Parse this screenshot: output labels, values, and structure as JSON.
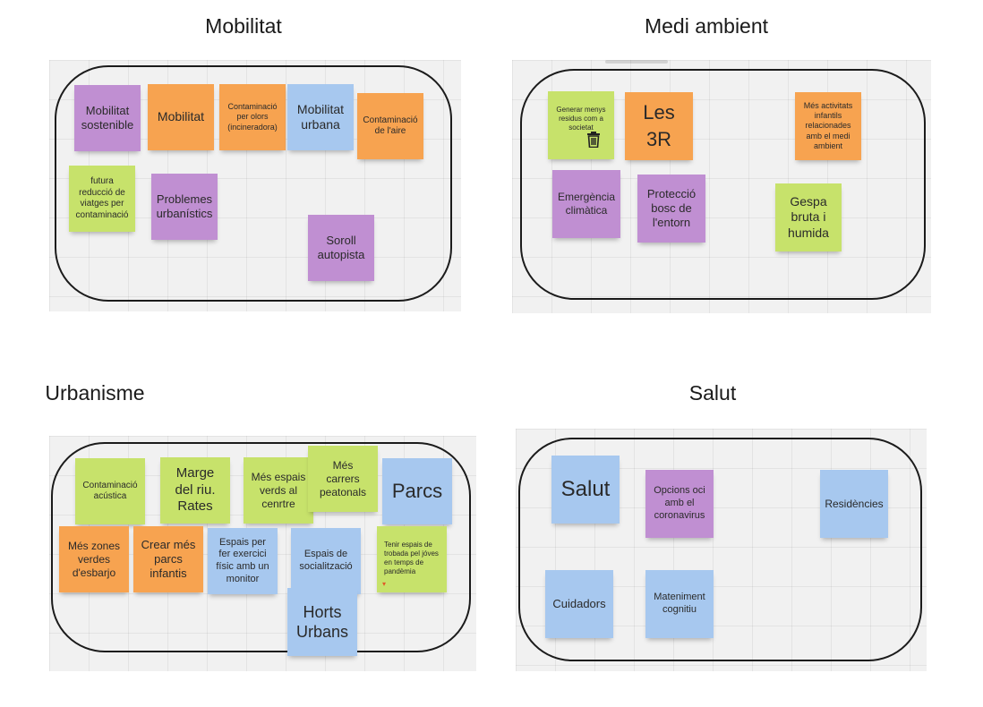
{
  "sections": {
    "mobilitat": {
      "title": "Mobilitat"
    },
    "medi": {
      "title": "Medi ambient"
    },
    "urbanisme": {
      "title": "Urbanisme"
    },
    "salut": {
      "title": "Salut"
    }
  },
  "notes": {
    "mobilitat": [
      "Mobilitat sostenible",
      "Mobilitat",
      "Contaminació per olors (incineradora)",
      "Mobilitat urbana",
      "Contaminació de l'aire",
      "futura reducció de viatges per contaminació",
      "Problemes urbanístics",
      "Soroll autopista"
    ],
    "medi": [
      "Generar menys residus com a societat",
      "Les 3R",
      "Més activitats infantils relacionades amb el medi ambient",
      "Emergència climàtica",
      "Protecció bosc de l'entorn",
      "Gespa bruta i humida"
    ],
    "urbanisme": [
      "Contaminació acústica",
      "Marge del riu. Rates",
      "Més espais verds al cenrtre",
      "Més carrers peatonals",
      "Parcs",
      "Més zones verdes d'esbarjo",
      "Crear més parcs infantis",
      "Espais per fer exercici físic amb un monitor",
      "Espais de socialització",
      "Tenir espais de trobada pel jóves en temps de pandèmia",
      "Horts Urbans"
    ],
    "salut": [
      "Salut",
      "Opcions oci amb el coronavirus",
      "Residències",
      "Cuidadors",
      "Mateniment cognitiu"
    ]
  },
  "colors": {
    "purple": "#c08fd2",
    "orange": "#f7a350",
    "blue": "#a7c8ef",
    "green": "#c7e26b",
    "frame": "#1b1b1b",
    "board": "#f1f1f1"
  },
  "icons": {
    "trash": "trash-icon"
  }
}
